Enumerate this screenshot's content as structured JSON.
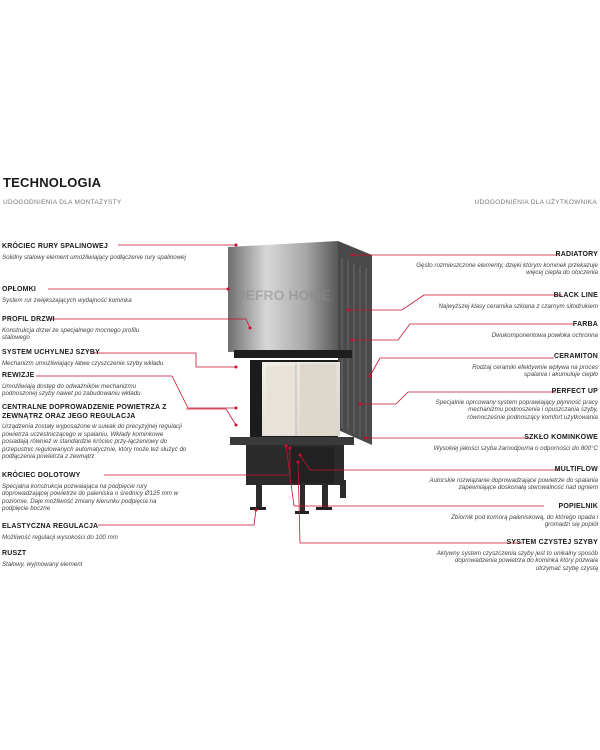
{
  "header": {
    "title": "TECHNOLOGIA",
    "left_subtitle": "UDOGODNIENIA DLA MONTAŻYSTY",
    "right_subtitle": "UDOGODNIENIA DLA UŻYTKOWNIKA"
  },
  "fireplace": {
    "logo_text": "DEFRO HOME"
  },
  "left_features": [
    {
      "title": "KRÓCIEC RURY SPALINOWEJ",
      "desc": "Solidny stalowy element umożliwiający podłączenie rury spalinowej"
    },
    {
      "title": "OPŁOMKI",
      "desc": "System rur zwiększających wydajność kominka"
    },
    {
      "title": "PROFIL DRZWI",
      "desc": "Konstrukcja drzwi ze specjalnego mocnego profilu stalowego"
    },
    {
      "title": "SYSTEM UCHYLNEJ SZYBY",
      "desc": "Mechanizm umożliwiający łatwe czyszczenie szyby wkładu"
    },
    {
      "title": "REWIZJE",
      "desc": "Umożliwiają dostęp do odważników mechanizmu podnoszonej szyby nawet po zabudowaniu wkładu"
    },
    {
      "title": "CENTRALNE DOPROWADZENIE POWIETRZA Z ZEWNĄTRZ ORAZ JEGO REGULACJA",
      "desc": "Urządzenia zostały wyposażone w suwak do precyzyjnej regulacji powietrza uczestniczącego w spalaniu. Wkłady kominkowe posiadają również w standardzie króciec przy-łączeniowy do przepustnic regulowanych automatycznie, który może też służyć do podłączenia powietrza z zewnątrz"
    },
    {
      "title": "KRÓCIEC DOLOTOWY",
      "desc": "Specjalna konstrukcja pozwalająca na podpięcie rury doprowadzającej powietrze do paleniska o średnicy Ø125 mm w poziomie. Daje możliwość zmiany kierunku podpięcia na podpięcie boczne"
    },
    {
      "title": "ELASTYCZNA REGULACJA",
      "desc": "Możliwość regulacji wysokości do 100 mm"
    },
    {
      "title": "RUSZT",
      "desc": "Stałowy, wyjmowany element"
    }
  ],
  "right_features": [
    {
      "title": "RADIATORY",
      "desc": "Gęsto rozmieszczone elementy, dzięki którym kominek przekazuje więcej ciepła do otoczenia"
    },
    {
      "title": "BLACK LINE",
      "desc": "Najwyższej klasy ceramika szklana z czarnym sitodrukiem"
    },
    {
      "title": "FARBA",
      "desc": "Dwukomponentowa powłoka ochronna"
    },
    {
      "title": "CERAMITON",
      "desc": "Rodzaj ceramiki efektywnie wpływa na proces spalania i akumuluje ciepło"
    },
    {
      "title": "PERFECT UP",
      "desc": "Specjalnie oprcowany system poprawiający płynność pracy mechanizmu podnoszenia i opuszczania szyby, równocześnie podnoszący komfort użytkowania"
    },
    {
      "title": "SZKŁO KOMINKOWE",
      "desc": "Wysokiej jakości szyba żaroodporna o odporności do 800°C"
    },
    {
      "title": "MULTIFLOW",
      "desc": "Autorskie rozwiązanie doprowadzające powietrze do spalania zapewniające doskonałą sterowalność nad ogniem"
    },
    {
      "title": "POPIELNIK",
      "desc": "Zbiornik pod komorą paleniskową, do którego opada i gromadzi się popiół"
    },
    {
      "title": "SYSTEM CZYSTEJ SZYBY",
      "desc": "Aktywny system czyszczenia szyby jest to unikalny sposób doprowadzenia powietrza do kominka który pozwala utrzymać szybę czystą"
    }
  ],
  "colors": {
    "leader_line": "#c8102e",
    "steel": "#9a9a9a",
    "body_dark": "#2b2b2b",
    "heading": "#1a1a1a"
  }
}
